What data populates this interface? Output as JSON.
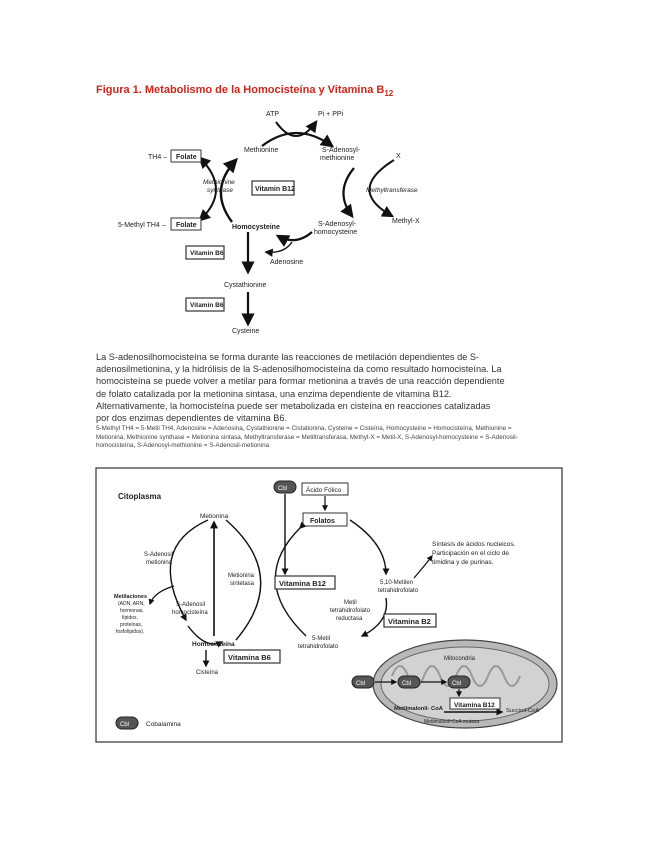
{
  "figure": {
    "title": "Figura 1. Metabolismo de la Homocisteína y Vitamina B",
    "title_sub": "12"
  },
  "diagram1": {
    "atp": "ATP",
    "pi_ppi": "Pi + PPi",
    "methionine": "Methionine",
    "s_adenosyl_methionine_1": "S-Adenosyl-",
    "s_adenosyl_methionine_2": "methionine",
    "x": "X",
    "methyltransferase": "Methyltransferase",
    "methyl_x": "Methyl-X",
    "th4": "TH4 –",
    "folate": "Folate",
    "methionine_synthase_1": "Methionine",
    "methionine_synthase_2": "synthase",
    "vitamin_b12": "Vitamin B12",
    "methyl_th4": "5-Methyl TH4 –",
    "homocysteine": "Homocysteine",
    "s_adenosyl_homocysteine_1": "S-Adenosyl-",
    "s_adenosyl_homocysteine_2": "homocysteine",
    "adenosine": "Adenosine",
    "vitamin_b6": "Vitamin B6",
    "cystathionine": "Cystathionine",
    "cysteine": "Cysteine"
  },
  "caption": {
    "paragraph": "La S-adenosilhomocisteína se forma durante las reacciones de metilación dependientes de S-adenosilmetionina, y la hidrólisis de la S-adenosilhomocisteína da como resultado homocisteína. La homocisteína se puede volver a metilar para formar metionina a través de una reacción dependiente de folato catalizada por la metionina sintasa, una enzima dependiente de vitamina B12. Alternativamente, la homocisteína puede ser metabolizada en cisteína en reacciones catalizadas por dos enzimas dependientes de vitamina B6.",
    "abbreviations": "5-Methyl TH4 = 5-Metil TH4, Adenosine = Adenosina, Cystathionine = Cistationina, Cysteine = Cisteína, Homocysteine = Homocisteína, Methionine = Metionina, Methionine synthase = Metionina sintasa, Methyltransferase = Metiltransferasa, Methyl-X = Metil-X, S-Adenosyl-homocysteine = S-Adenosil-homocisteína, S-Adenosyl-methionine = S-Adenosil-metionina"
  },
  "diagram2": {
    "citoplasma": "Citoplasma",
    "cbl": "Cbl",
    "acido_folico": "Ácido Fólico",
    "folatos": "Folatos",
    "metionina": "Metionina",
    "s_adenosil_metionina_1": "S-Adenosil",
    "s_adenosil_metionina_2": "metionina",
    "sintesis_1": "Síntesis de ácidos nucleicos.",
    "sintesis_2": "Participación en el ciclo de",
    "sintesis_3": "timidina y de purinas.",
    "metionina_sintetasa_1": "Metionina",
    "metionina_sintetasa_2": "sintetasa",
    "vitamina_b12": "Vitamina B12",
    "metileno_1": "5,10-Metilen",
    "metileno_2": "tetrahidrofolato",
    "metilaciones_1": "Metilaciones",
    "metilaciones_2": "(ADN, ARN,",
    "metilaciones_3": "hormonas,",
    "metilaciones_4": "lípidos,",
    "metilaciones_5": "proteínas,",
    "metilaciones_6": "fosfolípidos).",
    "s_adenosil_homocisteina_1": "S-Adenosil",
    "s_adenosil_homocisteina_2": "homocisteína",
    "reductasa_1": "Metil",
    "reductasa_2": "tetrahidrofolato",
    "reductasa_3": "reductasa",
    "vitamina_b2": "Vitamina B2",
    "homocisteina": "Homocisteína",
    "metil_thf_1": "5-Metil",
    "metil_thf_2": "tetrahidrofolato",
    "vitamina_b6": "Vitamina B6",
    "cisteina": "Cisteína",
    "mitocondria": "Mitocondria",
    "metilmalonil": "Metilmalonil- CoA",
    "mito_vitamina_b12": "Vitamina B12",
    "succinil": "Succinil-CoA",
    "mutasa": "Metilmalonil-CoA mutasa",
    "cobalamina": "Cobalamina"
  }
}
